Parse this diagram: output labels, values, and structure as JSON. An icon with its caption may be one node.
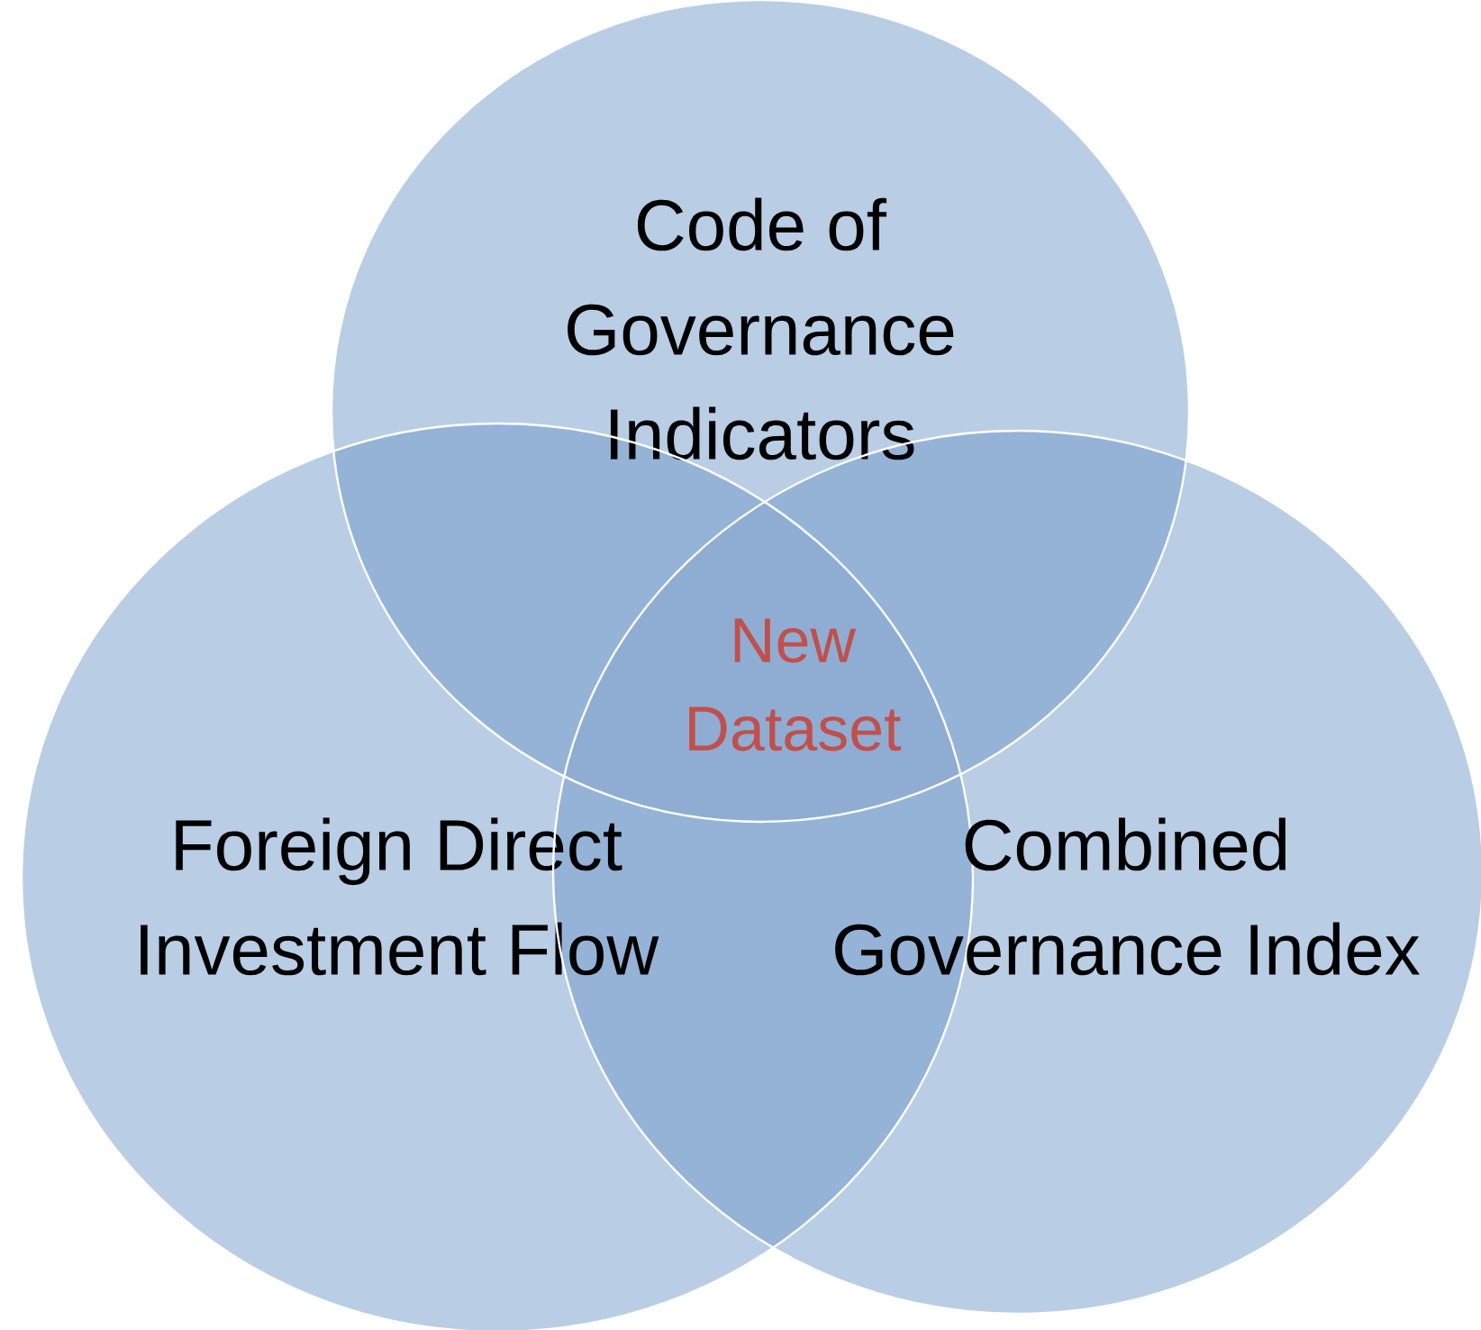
{
  "diagram": {
    "nodes": [
      {
        "text": [
          "Code of Governance Indicators"
        ]
      },
      {
        "text": [
          "Foreign Direct Investment Flow"
        ]
      },
      {
        "text": [
          "Combined Governance Index"
        ]
      }
    ],
    "labels": [
      "New Dataset"
    ]
  }
}
